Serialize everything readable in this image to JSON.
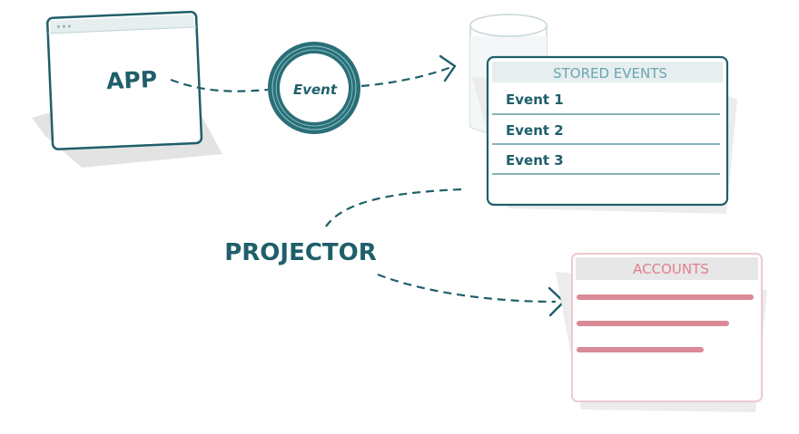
{
  "app": {
    "label": "APP"
  },
  "event_bubble": {
    "label": "Event"
  },
  "stored_events": {
    "title": "STORED EVENTS",
    "rows": [
      {
        "label": "Event 1"
      },
      {
        "label": "Event 2"
      },
      {
        "label": "Event 3"
      },
      {
        "label": ""
      }
    ]
  },
  "projector": {
    "label": "PROJECTOR"
  },
  "accounts": {
    "title": "ACCOUNTS",
    "row_count": 3
  },
  "colors": {
    "teal_dark": "#1f5f6a",
    "teal": "#2e7d86",
    "teal_light": "#bfe3e6",
    "teal_panel_header": "#e6eef0",
    "gray_shadow": "#e4e4e4",
    "gray_border": "#c9c9c9",
    "pink": "#d98a96",
    "pink_light": "#f0c9cf",
    "accounts_header": "#e7e7e7",
    "accounts_title": "#e17f8d",
    "stored_title": "#6aa6ad"
  }
}
